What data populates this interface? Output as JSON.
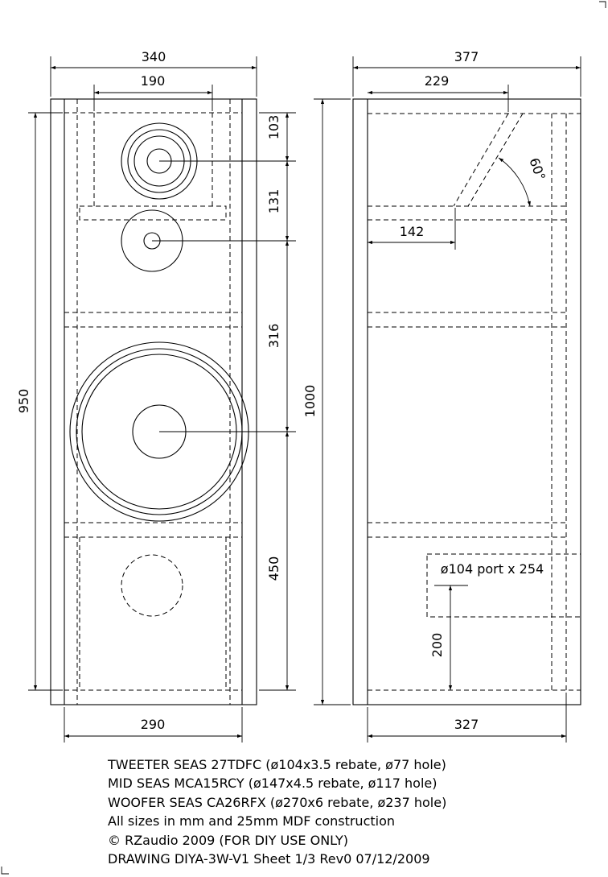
{
  "front_view": {
    "dim_total_width": "340",
    "dim_top_cutout_width": "190",
    "dim_inner_bottom_width": "290",
    "dim_height_left": "950",
    "dim_tweeter": "103",
    "dim_mid": "131",
    "dim_woofer": "316",
    "dim_port": "450"
  },
  "side_view": {
    "dim_total_depth": "377",
    "dim_top_depth": "229",
    "dim_bottom_depth": "327",
    "dim_height": "1000",
    "dim_shelf": "142",
    "angle": "60°",
    "port_label": "ø104 port x 254",
    "dim_port_height": "200"
  },
  "notes": [
    "TWEETER SEAS 27TDFC (ø104x3.5 rebate, ø77 hole)",
    "MID SEAS MCA15RCY (ø147x4.5 rebate, ø117 hole)",
    "WOOFER SEAS CA26RFX (ø270x6 rebate, ø237 hole)",
    "All sizes in mm and 25mm MDF construction",
    "© RZaudio 2009 (FOR DIY USE ONLY)",
    "DRAWING DIYA-3W-V1  Sheet 1/3 Rev0  07/12/2009"
  ]
}
